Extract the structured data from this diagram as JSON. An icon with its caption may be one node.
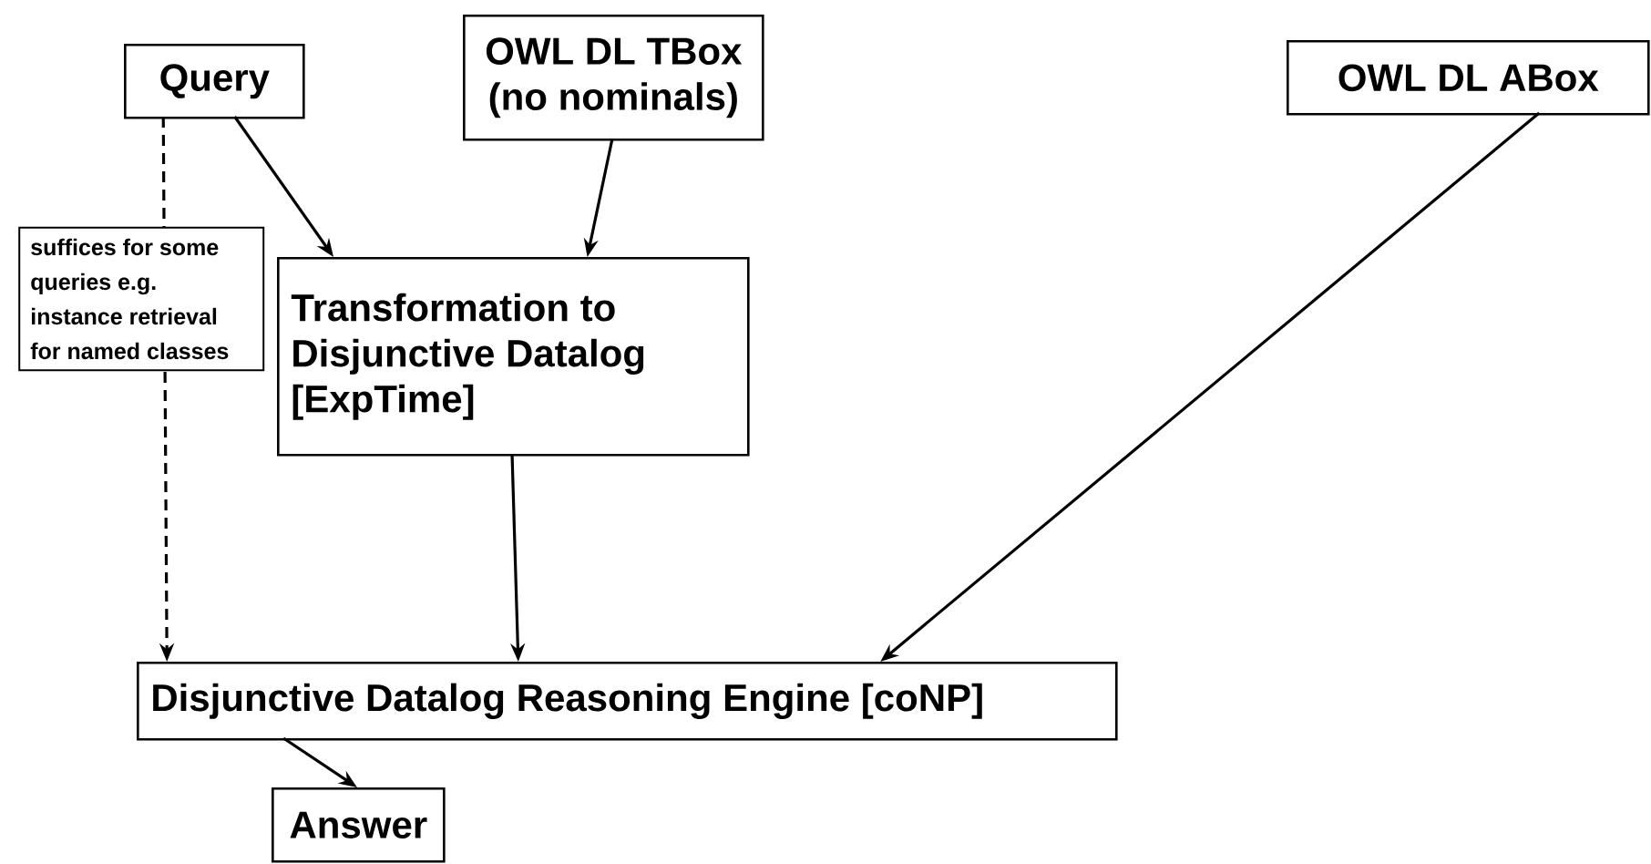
{
  "diagram": {
    "nodes": [
      {
        "text": [
          "Query"
        ]
      },
      {
        "text": [
          "OWL DL TBox (no nominals)"
        ]
      },
      {
        "text": [
          "OWL DL ABox"
        ]
      },
      {
        "text": [
          "Transformation to Disjunctive Datalog [ExpTime]"
        ]
      },
      {
        "text": [
          "Disjunctive Datalog Reasoning Engine [coNP]"
        ]
      },
      {
        "text": [
          "Answer"
        ]
      }
    ],
    "edges": [
      {
        "from": 0,
        "to": 3,
        "arrow": "to"
      },
      {
        "from": 1,
        "to": 3,
        "arrow": "to"
      },
      {
        "from": 2,
        "to": 4,
        "arrow": "to"
      },
      {
        "from": 3,
        "to": 4,
        "arrow": "to"
      },
      {
        "from": 0,
        "to": 4,
        "arrow": "to",
        "style": "dashed",
        "label": "suffices for some queries e.g. instance retrieval for named classes"
      },
      {
        "from": 4,
        "to": 5,
        "arrow": "to"
      }
    ]
  }
}
